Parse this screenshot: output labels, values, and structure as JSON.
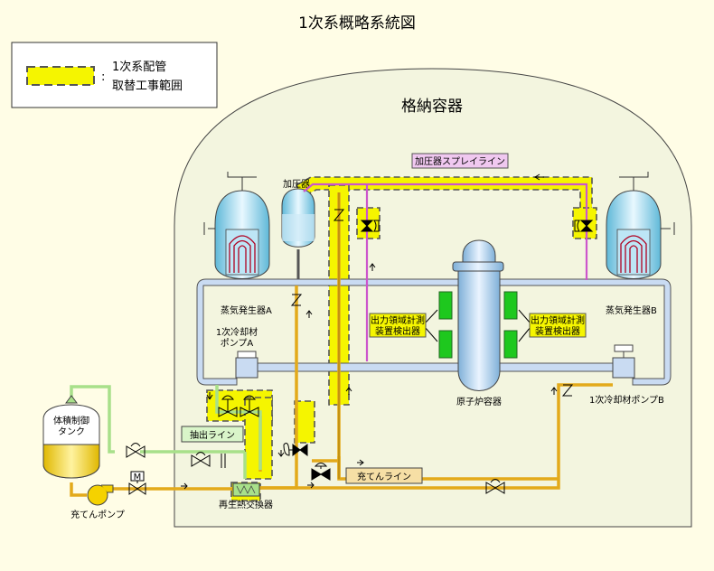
{
  "title": "1次系概略系統図",
  "legend": {
    "colon": ":",
    "line1": "1次系配管",
    "line2": "取替工事範囲"
  },
  "labels": {
    "containment": "格納容器",
    "pressurizer": "加圧器",
    "spray_line": "加圧器スプレイライン",
    "sg_a": "蒸気発生器A",
    "sg_b": "蒸気発生器B",
    "pump_a_line1": "1次冷却材",
    "pump_a_line2": "ポンプA",
    "pump_b": "1次冷却材ポンプB",
    "reactor": "原子炉容器",
    "detector_left_1": "出力領域計測",
    "detector_left_2": "装置検出器",
    "detector_right_1": "出力領域計測",
    "detector_right_2": "装置検出器",
    "letdown_line": "抽出ライン",
    "charging_line": "充てんライン",
    "vct_line1": "体積制御",
    "vct_line2": "タンク",
    "charging_pump": "充てんポンプ",
    "regen_hx": "再生熱交換器",
    "motor": "M"
  },
  "colors": {
    "background": "#fffde6",
    "containment_fill": "#f3f5df",
    "loop_pipe": "#c9dbf2",
    "charging_pipe": "#e3aa1a",
    "letdown_pipe": "#a8e08a",
    "spray_pipe": "#cc55cc",
    "replacement_zone": "#f5f500",
    "detector": "#1ec81e",
    "tank_water": "#f5d200",
    "spray_box": "#f0c8f0"
  }
}
